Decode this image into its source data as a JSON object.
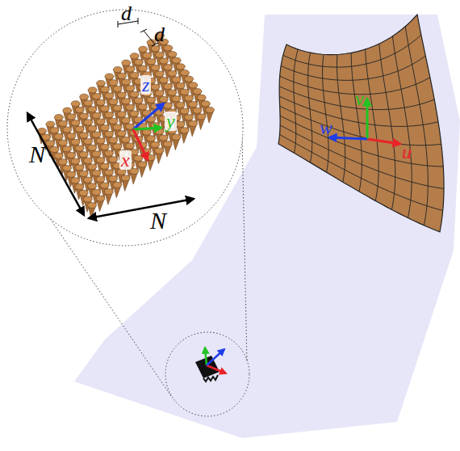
{
  "diagram": {
    "labels": [
      "d",
      "d",
      "N",
      "N",
      "z",
      "y",
      "x",
      "v",
      "w",
      "u"
    ]
  }
}
